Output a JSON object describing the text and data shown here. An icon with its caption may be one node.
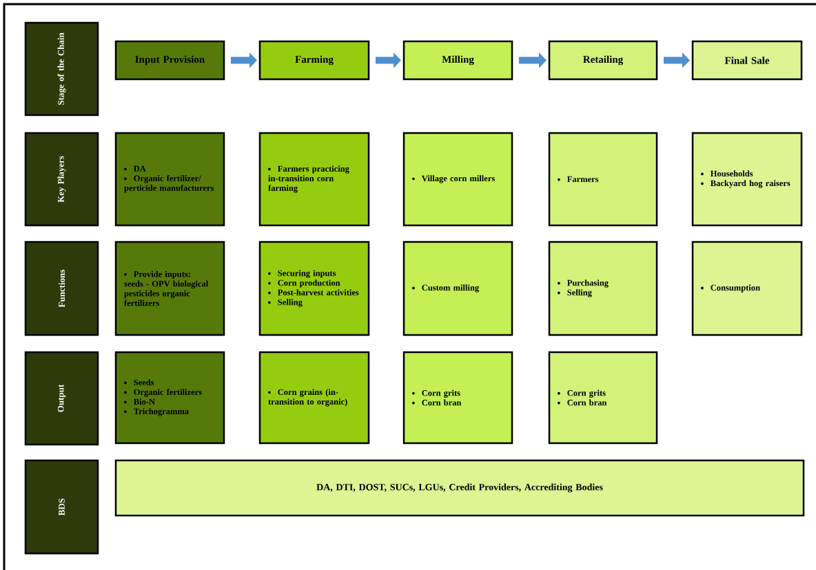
{
  "diagram": {
    "nodes": [
      {
        "text": [
          "Stage of the Chain"
        ]
      },
      {
        "text": [
          "Key Players"
        ]
      },
      {
        "text": [
          "Functions"
        ]
      },
      {
        "text": [
          "Output"
        ]
      },
      {
        "text": [
          "BDS"
        ]
      },
      {
        "text": [
          "Input Provision"
        ]
      },
      {
        "text": [
          "Farming"
        ]
      },
      {
        "text": [
          "Milling"
        ]
      },
      {
        "text": [
          "Retailing"
        ]
      },
      {
        "text": [
          "Final Sale"
        ]
      },
      {
        "text": [
          "DA",
          "Organic fertilizer/ perticide manufacturers"
        ]
      },
      {
        "text": [
          "Farmers practicing in-transition corn farming"
        ]
      },
      {
        "text": [
          "Village corn millers"
        ]
      },
      {
        "text": [
          "Farmers"
        ]
      },
      {
        "text": [
          "Households",
          "Backyard hog raisers"
        ]
      },
      {
        "text": [
          "Provide inputs: seeds - OPV biological pesticides organic fertilizers"
        ]
      },
      {
        "text": [
          "Securing inputs",
          "Corn production",
          "Post-harvest activities",
          "Selling"
        ]
      },
      {
        "text": [
          "Custom milling"
        ]
      },
      {
        "text": [
          "Purchasing",
          "Selling"
        ]
      },
      {
        "text": [
          "Consumption"
        ]
      },
      {
        "text": [
          "Seeds",
          "Organic fertilizers",
          "Bio-N",
          "Trichogramma"
        ]
      },
      {
        "text": [
          "Corn grains (in-transition to organic)"
        ]
      },
      {
        "text": [
          "Corn grits",
          "Corn bran"
        ]
      },
      {
        "text": [
          "Corn grits",
          "Corn bran"
        ]
      },
      {
        "text": [
          "DA, DTI, DOST, SUCs, LGUs, Credit Providers, Accrediting Bodies"
        ]
      }
    ],
    "edges": [
      {
        "from": 5,
        "to": 6,
        "arrow": "to"
      },
      {
        "from": 6,
        "to": 7,
        "arrow": "to"
      },
      {
        "from": 7,
        "to": 8,
        "arrow": "to"
      },
      {
        "from": 8,
        "to": 9,
        "arrow": "to"
      }
    ]
  }
}
